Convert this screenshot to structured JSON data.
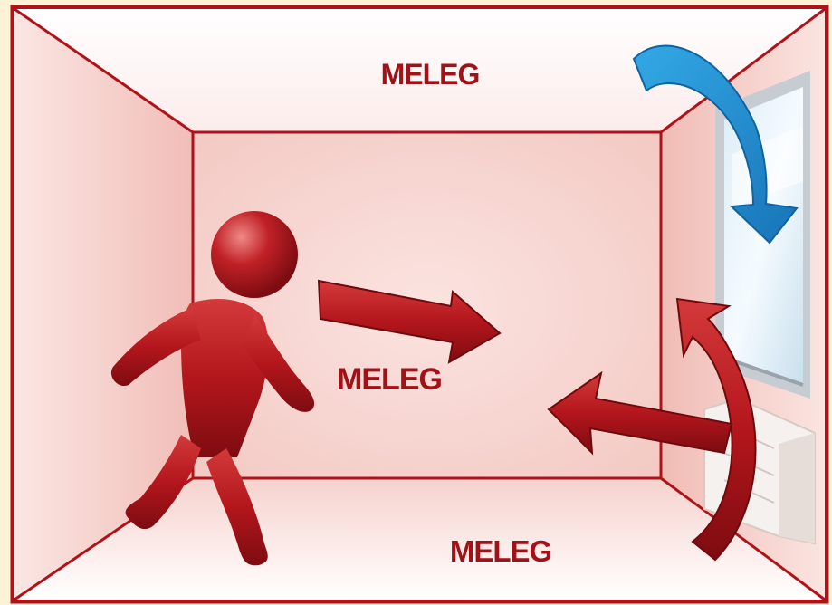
{
  "labels": {
    "ceiling": "MELEG",
    "middle": "MELEG",
    "floor": "MELEG"
  },
  "colors": {
    "border": "#b0121a",
    "arrow_red": "#a3141b",
    "arrow_blue": "#1f8fd0",
    "wall_pink": "#f7d6d2",
    "background": "#fdf2d6"
  },
  "icons": [
    "person-icon",
    "warm-air-arrow",
    "cold-air-arrow",
    "radiator-icon",
    "window-icon"
  ]
}
